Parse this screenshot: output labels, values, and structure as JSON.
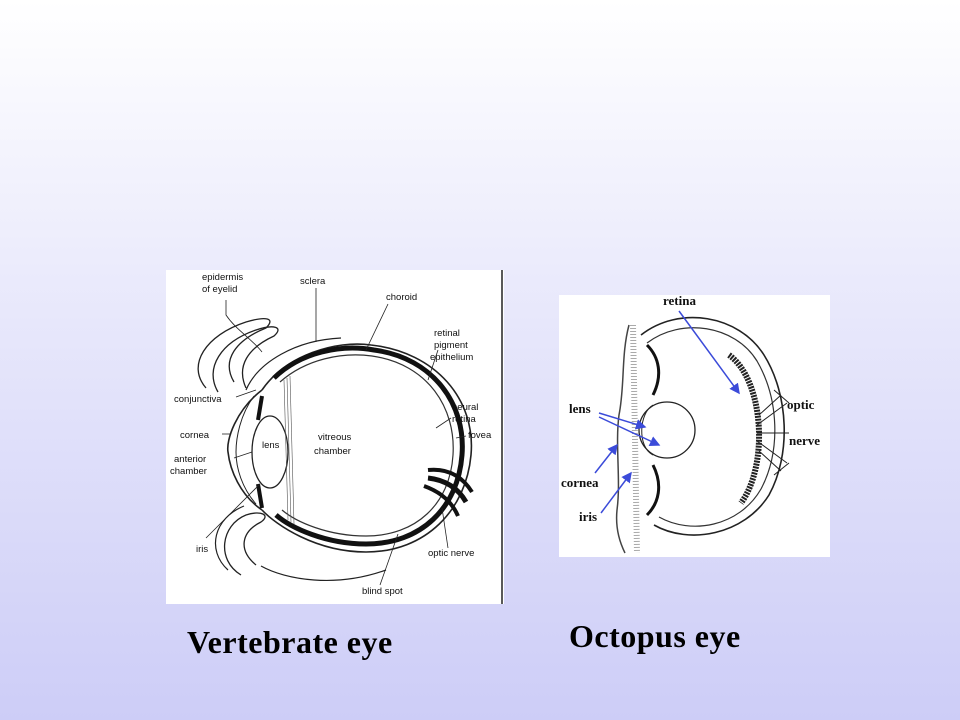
{
  "vertebrate": {
    "caption": "Vertebrate eye",
    "labels": {
      "epidermis_line1": "epidermis",
      "epidermis_line2": "of eyelid",
      "sclera": "sclera",
      "choroid": "choroid",
      "rpe_line1": "retinal",
      "rpe_line2": "pigment",
      "rpe_line3": "epithelium",
      "conjunctiva": "conjunctiva",
      "neural_line1": "neural",
      "neural_line2": "retina",
      "fovea": "fovea",
      "cornea": "cornea",
      "lens": "lens",
      "vitreous_line1": "vitreous",
      "vitreous_line2": "chamber",
      "anterior_line1": "anterior",
      "anterior_line2": "chamber",
      "iris": "iris",
      "optic_nerve": "optic nerve",
      "blind_spot": "blind spot"
    }
  },
  "octopus": {
    "caption": "Octopus eye",
    "labels": {
      "retina": "retina",
      "lens": "lens",
      "optic_line1": "optic",
      "optic_line2": "nerve",
      "cornea": "cornea",
      "iris": "iris"
    },
    "arrow_color": "#3b4bd9"
  }
}
